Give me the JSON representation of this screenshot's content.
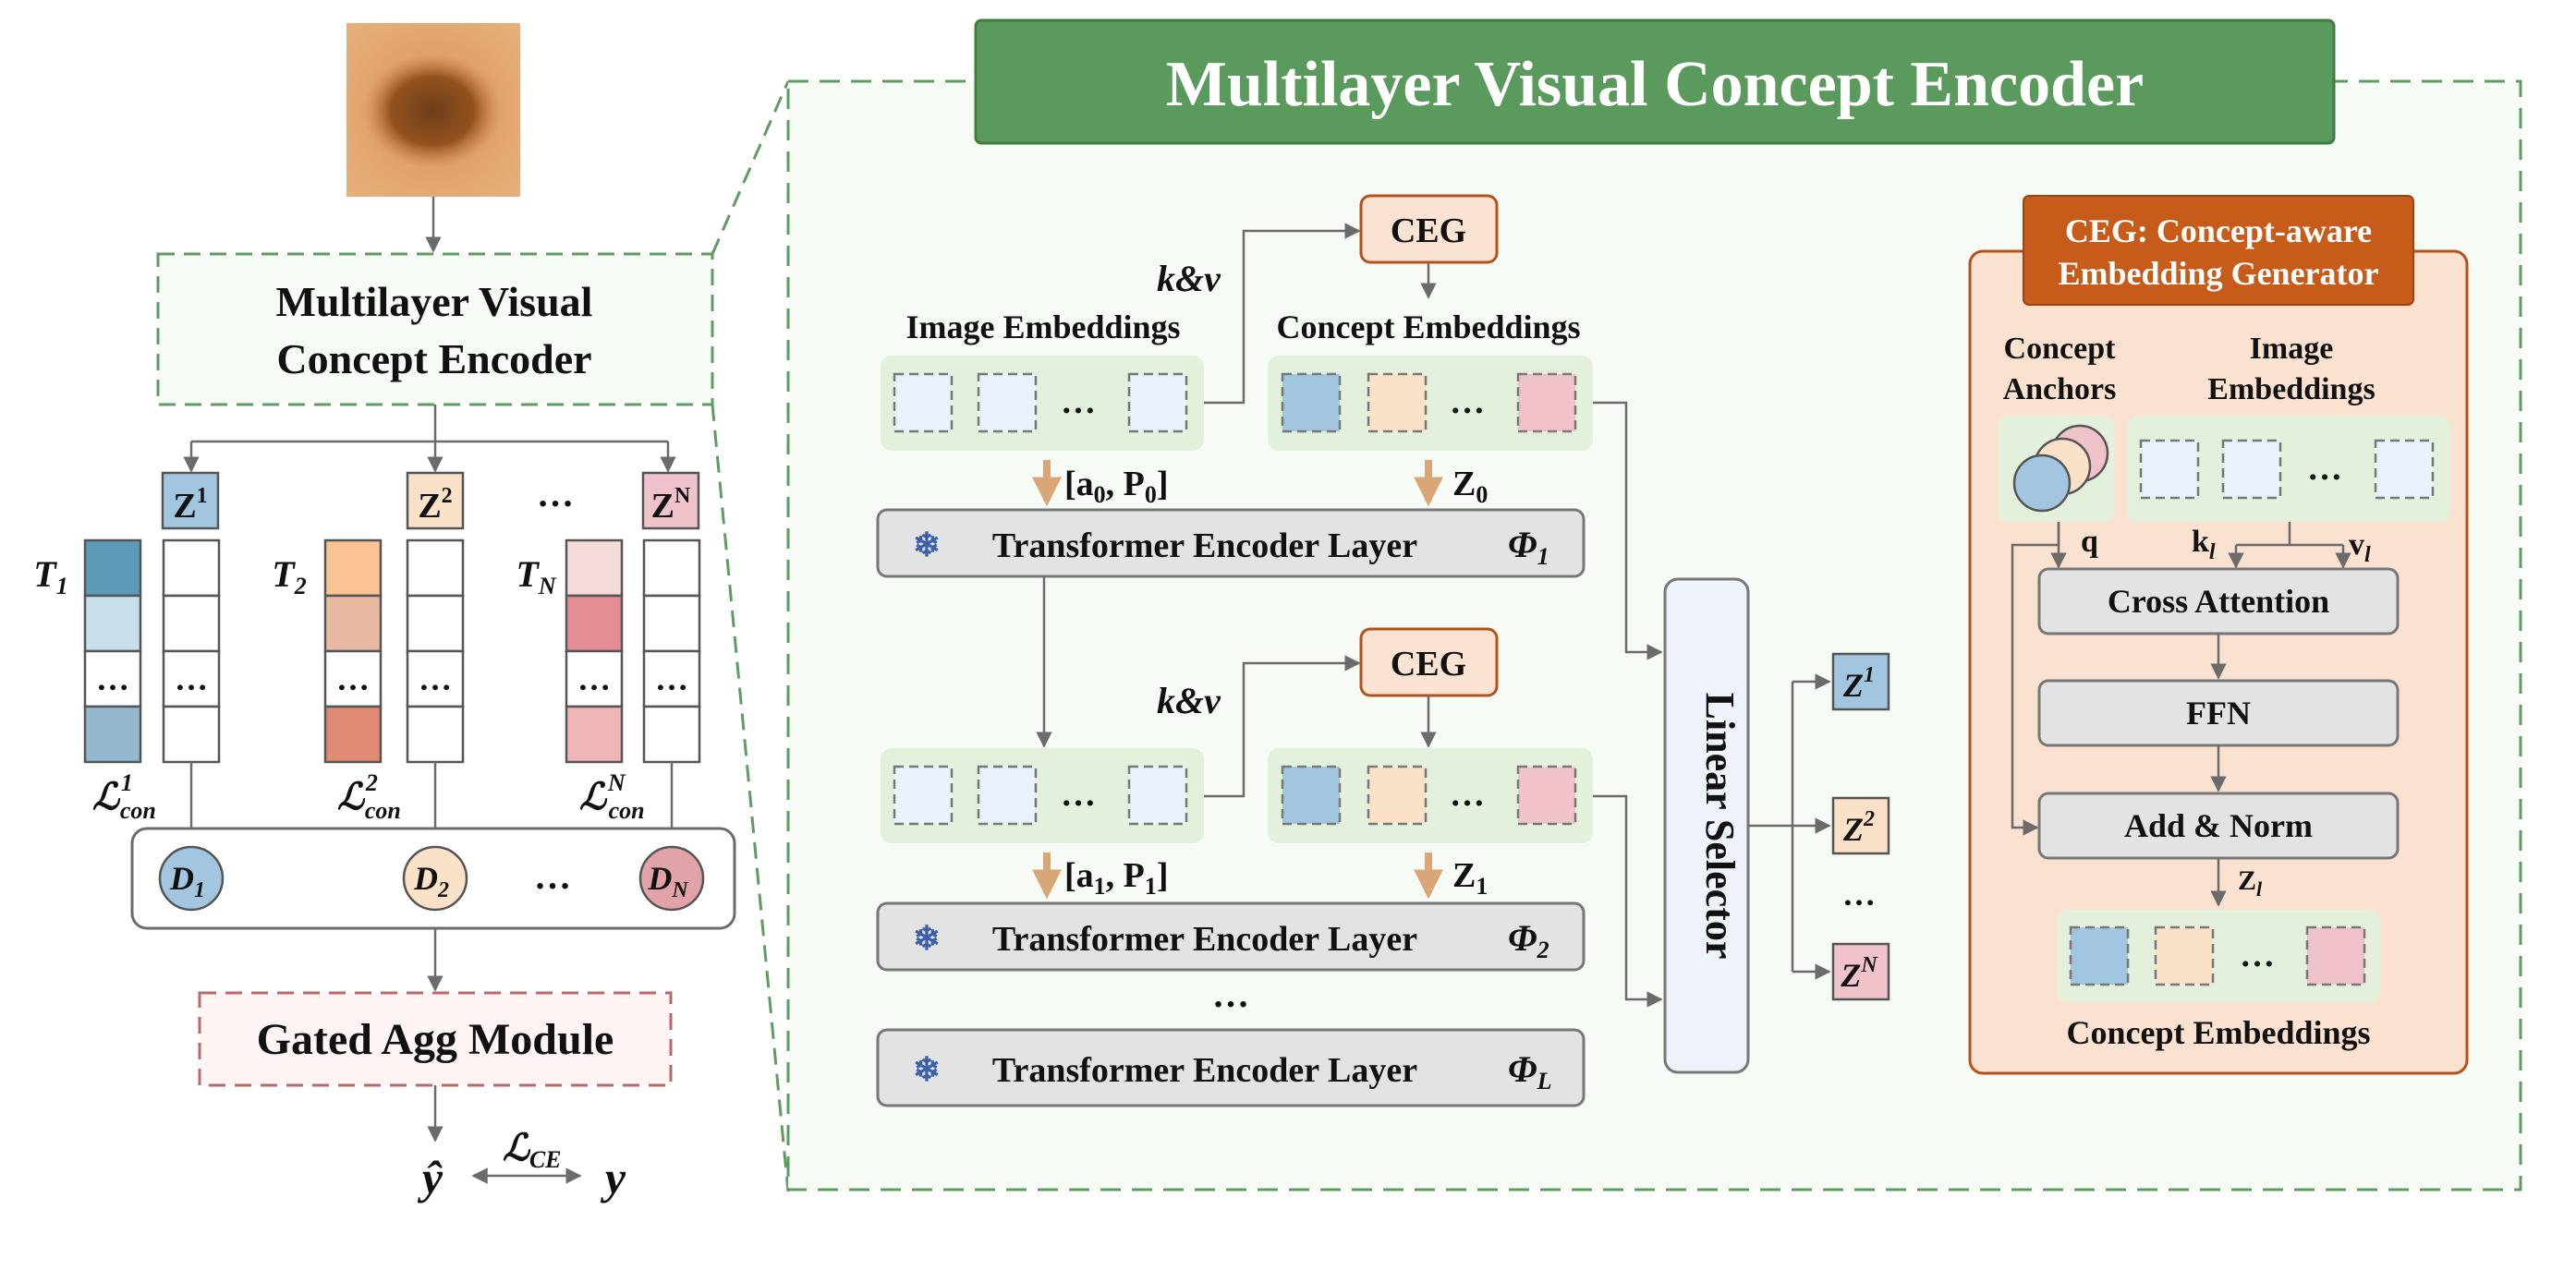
{
  "left_panel": {
    "encoder_title_line1": "Multilayer Visual",
    "encoder_title_line2": "Concept Encoder",
    "z_labels": [
      {
        "base": "Z",
        "sup": "1"
      },
      {
        "base": "Z",
        "sup": "2"
      },
      {
        "base": "Z",
        "sup": "N"
      }
    ],
    "z_ellipsis": "…",
    "t_labels": [
      {
        "base": "T",
        "sub": "1"
      },
      {
        "base": "T",
        "sub": "2"
      },
      {
        "base": "T",
        "sub": "N"
      }
    ],
    "cell_dots": "…",
    "loss_con_labels": [
      {
        "base": "ℒ",
        "sub": "con",
        "sup": "1"
      },
      {
        "base": "ℒ",
        "sub": "con",
        "sup": "2"
      },
      {
        "base": "ℒ",
        "sub": "con",
        "sup": "N"
      }
    ],
    "d_labels": [
      {
        "base": "D",
        "sub": "1"
      },
      {
        "base": "D",
        "sub": "2"
      },
      {
        "base": "D",
        "sub": "N"
      }
    ],
    "d_ellipsis": "…",
    "gated_agg": "Gated Agg Module",
    "y_hat": "ŷ",
    "y": "y",
    "loss_ce": {
      "base": "ℒ",
      "sub": "CE"
    }
  },
  "main_panel": {
    "title": "Multilayer Visual Concept Encoder",
    "image_embeddings_label": "Image Embeddings",
    "concept_embeddings_label": "Concept Embeddings",
    "ceg_label": "CEG",
    "kv_label": "k&v",
    "token_dots": "…",
    "layer_dots": "…",
    "input_labels": [
      {
        "text": "[a",
        "sub": "0",
        "mid": ", P",
        "sub2": "0",
        "end": "]"
      },
      {
        "text": "[a",
        "sub": "1",
        "mid": ", P",
        "sub2": "1",
        "end": "]"
      }
    ],
    "z_inputs": [
      {
        "base": "Z",
        "sub": "0"
      },
      {
        "base": "Z",
        "sub": "1"
      }
    ],
    "transformer_layer_label": "Transformer Encoder Layer",
    "phi_labels": [
      {
        "base": "Φ",
        "sub": "1"
      },
      {
        "base": "Φ",
        "sub": "2"
      },
      {
        "base": "Φ",
        "sub": "L"
      }
    ],
    "snowflake": "❄",
    "linear_selector": "Linear Selector",
    "outputs": [
      {
        "base": "Z",
        "sup": "1"
      },
      {
        "base": "Z",
        "sup": "2"
      },
      {
        "base": "Z",
        "sup": "N"
      }
    ],
    "output_ellipsis": "…"
  },
  "ceg_panel": {
    "title_line1": "CEG: Concept-aware",
    "title_line2": "Embedding Generator",
    "concept_anchors_line1": "Concept",
    "concept_anchors_line2": "Anchors",
    "image_embeddings_line1": "Image",
    "image_embeddings_line2": "Embeddings",
    "q_label": "q",
    "k_label": {
      "base": "k",
      "sub": "l"
    },
    "v_label": {
      "base": "v",
      "sub": "l"
    },
    "cross_attention": "Cross Attention",
    "ffn": "FFN",
    "add_norm": "Add & Norm",
    "z_l": {
      "base": "Z",
      "sub": "l"
    },
    "token_dots": "…",
    "concept_embeddings_label": "Concept Embeddings"
  },
  "colors": {
    "title_green": "#5a9a5c",
    "dash_green": "#5e9c60",
    "panel_bg": "#f7fbf5",
    "token_group_bg": "#e3f1dc",
    "token_blue_light": "#e9f1fb",
    "token_blue": "#a2c6e0",
    "token_peach": "#fbe1c8",
    "token_pink": "#efc3c9",
    "ceg_fill": "#fbe3d3",
    "ceg_border": "#b4521c",
    "ceg_title_fill": "#c75b1a",
    "ceg_panel_fill": "#fbe1d0",
    "layer_grey": "#e3e3e3",
    "selector_fill": "#eef2fb",
    "arrow_tan": "#d8a677",
    "gated_border": "#b86a6a",
    "gated_fill": "#fdf4f3"
  },
  "icons": [
    "skin-lesion-image",
    "snowflake-icon",
    "concept-anchor-circles"
  ]
}
